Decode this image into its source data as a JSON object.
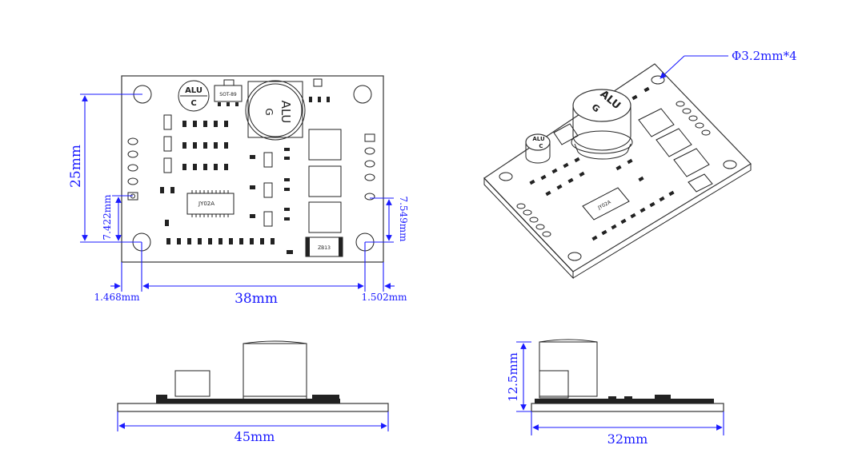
{
  "top_view": {
    "cap_top": "ALU",
    "cap_bottom": "C",
    "transistor_label": "SOT-89",
    "inductor_top": "ALU",
    "inductor_bottom": "G",
    "ic_label": "JY02A",
    "diode_label": "ZB13",
    "dim_height": "25mm",
    "dim_width": "38mm",
    "dim_left_offset": "1.468mm",
    "dim_right_offset": "1.502mm",
    "dim_left_hole": "7.422mm",
    "dim_right_hole": "7.549mm"
  },
  "iso_view": {
    "inductor_top": "ALU",
    "inductor_bottom": "G",
    "cap_top": "ALU",
    "cap_bottom": "C",
    "ic_label": "JY02A",
    "hole_note": "Φ3.2mm*4"
  },
  "side_view_long": {
    "dim_width": "45mm"
  },
  "side_view_short": {
    "dim_width": "32mm",
    "dim_height": "12.5mm"
  },
  "colors": {
    "dimension": "#1a1aff",
    "line": "#222222"
  }
}
